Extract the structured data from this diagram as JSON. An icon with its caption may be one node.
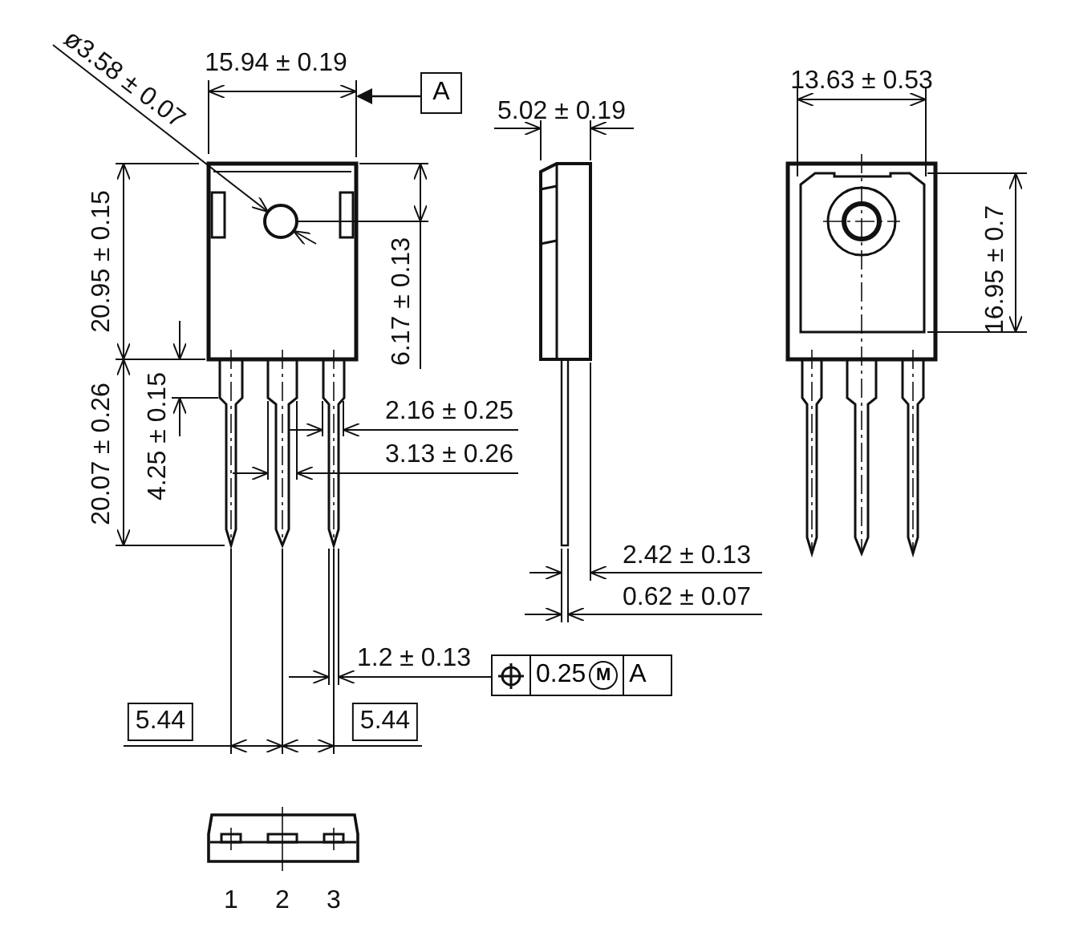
{
  "diagram": {
    "nodes": [
      {
        "text": [
          "15.94 ± 0.19"
        ]
      },
      {
        "text": [
          "A"
        ]
      },
      {
        "text": [
          "1.2 ± 0.13"
        ]
      },
      {
        "text": [
          "0.25",
          "M",
          "A"
        ]
      }
    ],
    "edges": [
      {
        "from": 1,
        "to": 0,
        "arrow": "to"
      },
      {
        "from": 3,
        "to": 2,
        "arrow": "to"
      }
    ],
    "labels": [
      "ø3.58 ± 0.07",
      "5.02 ± 0.19",
      "13.63 ± 0.53",
      "20.95 ± 0.15",
      "6.17 ± 0.13",
      "16.95 ± 0.7",
      "20.07 ± 0.26",
      "4.25 ± 0.15",
      "2.16 ± 0.25",
      "3.13 ± 0.26",
      "2.42 ± 0.13",
      "0.62 ± 0.07",
      "5.44",
      "5.44",
      "1",
      "2",
      "3"
    ]
  }
}
